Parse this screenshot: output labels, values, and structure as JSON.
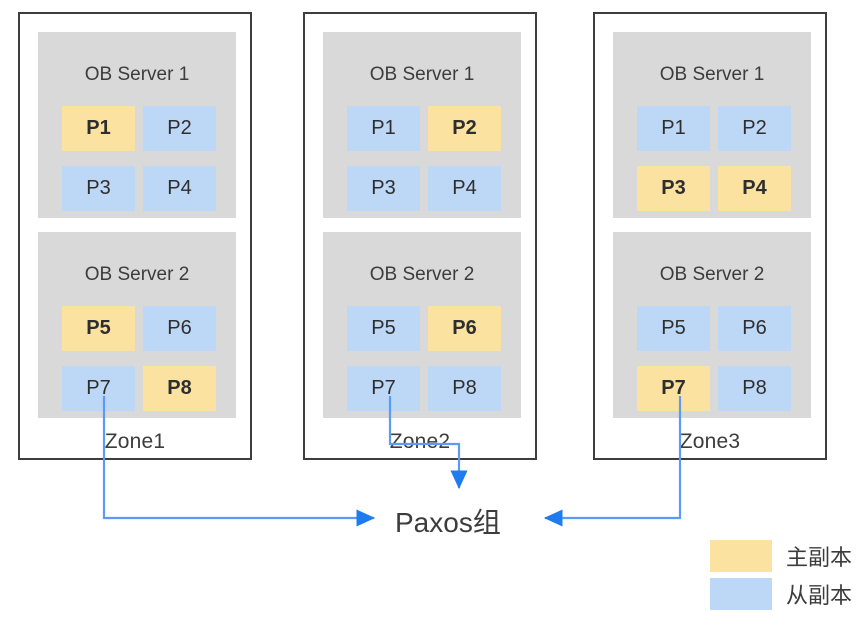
{
  "diagram": {
    "title": "OceanBase Zone / Paxos group replica layout",
    "colors": {
      "primary_replica": "#fce2a0",
      "secondary_replica": "#bdd7f7",
      "server_panel": "#d9d9d9",
      "zone_border": "#3d3d3d",
      "connector": "#5b9bf3",
      "text": "#3c3c3c"
    },
    "paxos_label": "Paxos组",
    "zones": [
      {
        "label": "Zone1",
        "servers": [
          {
            "title": "OB Server 1",
            "partitions": [
              {
                "label": "P1",
                "role": "primary"
              },
              {
                "label": "P2",
                "role": "secondary"
              },
              {
                "label": "P3",
                "role": "secondary"
              },
              {
                "label": "P4",
                "role": "secondary"
              }
            ]
          },
          {
            "title": "OB Server 2",
            "partitions": [
              {
                "label": "P5",
                "role": "primary"
              },
              {
                "label": "P6",
                "role": "secondary"
              },
              {
                "label": "P7",
                "role": "secondary"
              },
              {
                "label": "P8",
                "role": "primary"
              }
            ]
          }
        ]
      },
      {
        "label": "Zone2",
        "servers": [
          {
            "title": "OB Server 1",
            "partitions": [
              {
                "label": "P1",
                "role": "secondary"
              },
              {
                "label": "P2",
                "role": "primary"
              },
              {
                "label": "P3",
                "role": "secondary"
              },
              {
                "label": "P4",
                "role": "secondary"
              }
            ]
          },
          {
            "title": "OB Server 2",
            "partitions": [
              {
                "label": "P5",
                "role": "secondary"
              },
              {
                "label": "P6",
                "role": "primary"
              },
              {
                "label": "P7",
                "role": "secondary"
              },
              {
                "label": "P8",
                "role": "secondary"
              }
            ]
          }
        ]
      },
      {
        "label": "Zone3",
        "servers": [
          {
            "title": "OB Server 1",
            "partitions": [
              {
                "label": "P1",
                "role": "secondary"
              },
              {
                "label": "P2",
                "role": "secondary"
              },
              {
                "label": "P3",
                "role": "primary"
              },
              {
                "label": "P4",
                "role": "primary"
              }
            ]
          },
          {
            "title": "OB Server 2",
            "partitions": [
              {
                "label": "P5",
                "role": "secondary"
              },
              {
                "label": "P6",
                "role": "secondary"
              },
              {
                "label": "P7",
                "role": "primary"
              },
              {
                "label": "P8",
                "role": "secondary"
              }
            ]
          }
        ]
      }
    ],
    "legend": [
      {
        "label": "主副本",
        "role": "primary"
      },
      {
        "label": "从副本",
        "role": "secondary"
      }
    ]
  }
}
